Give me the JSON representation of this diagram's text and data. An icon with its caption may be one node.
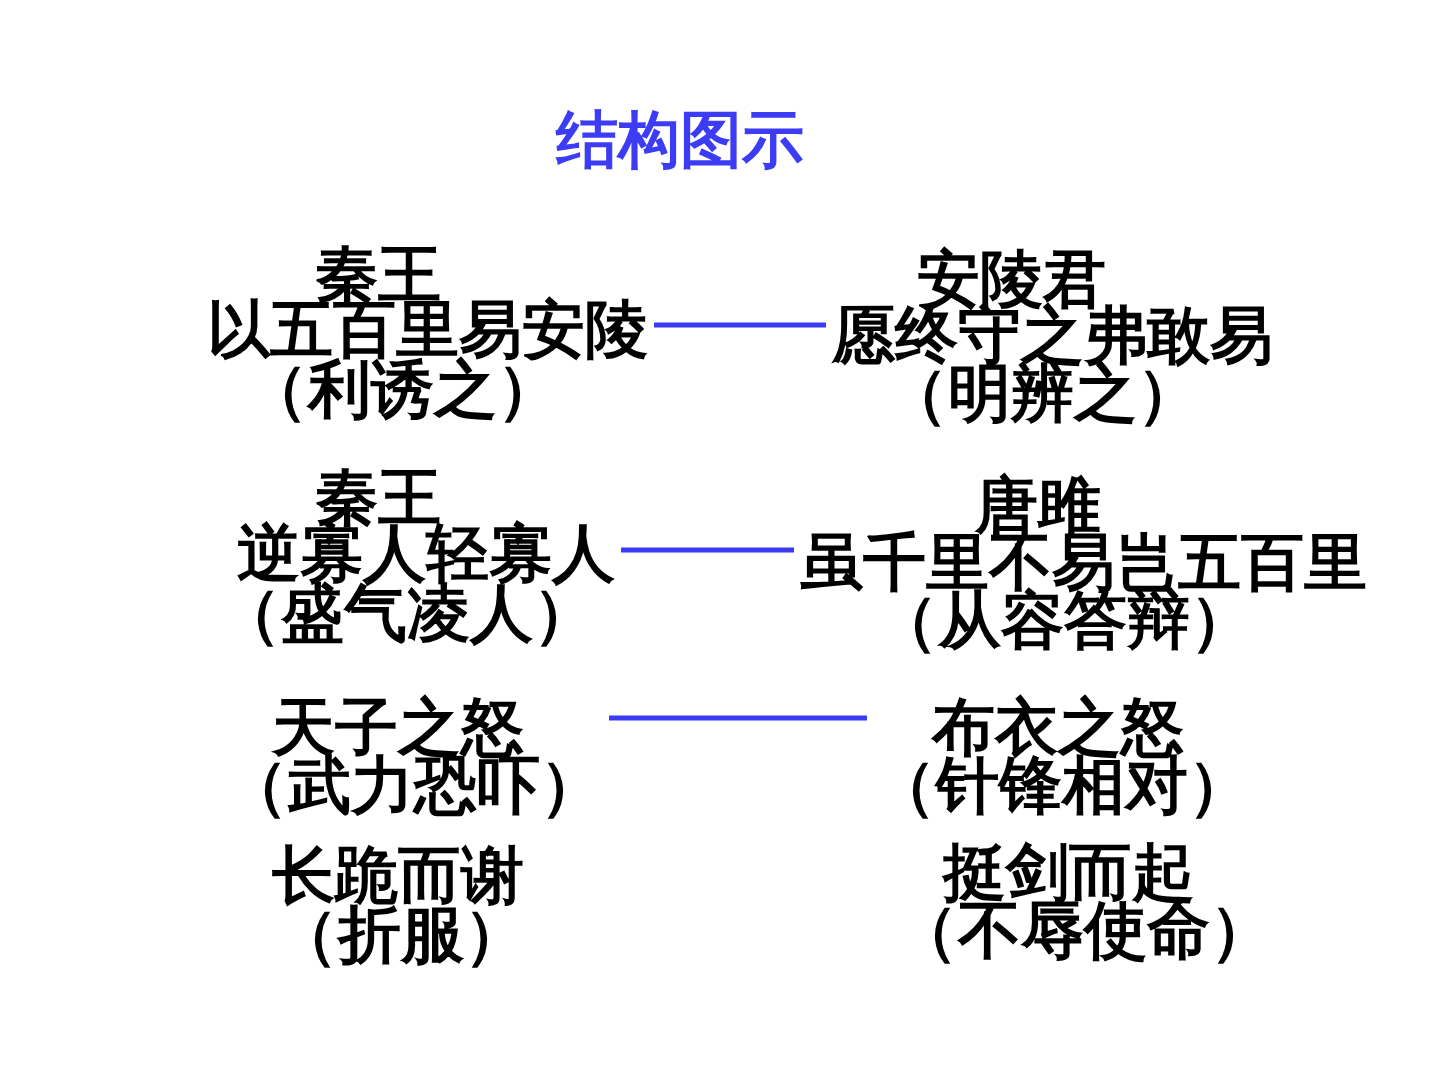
{
  "diagram": {
    "title": "结构图示",
    "nodes": [
      {
        "text": [
          "秦王",
          "以五百里易安陵",
          "（利诱之）"
        ]
      },
      {
        "text": [
          "安陵君",
          "愿终守之弗敢易",
          "（明辨之）"
        ]
      },
      {
        "text": [
          "秦王",
          "逆寡人轻寡人",
          "（盛气凌人）"
        ]
      },
      {
        "text": [
          "唐雎",
          "虽千里不易岂五百里",
          "（从容答辩）"
        ]
      },
      {
        "text": [
          "天子之怒",
          "（武力恐吓）"
        ]
      },
      {
        "text": [
          "布衣之怒",
          "（针锋相对）"
        ]
      }
    ],
    "edges": [
      {
        "from": 0,
        "to": 1,
        "arrow": "none"
      },
      {
        "from": 2,
        "to": 3,
        "arrow": "none"
      },
      {
        "from": 4,
        "to": 5,
        "arrow": "none"
      }
    ],
    "labels": [
      "长跪而谢",
      "（折服）",
      "挺剑而起",
      "（不辱使命）"
    ]
  }
}
